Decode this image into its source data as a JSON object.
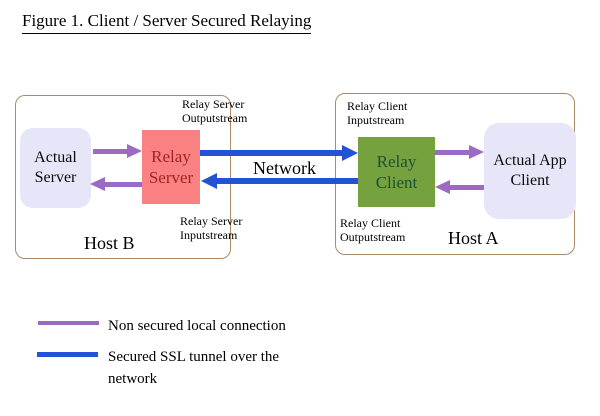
{
  "figure": {
    "title": "Figure 1. Client / Server Secured Relaying"
  },
  "diagram": {
    "network_label": "Network",
    "host_b": {
      "label": "Host B",
      "nodes": {
        "actual_server": {
          "line1": "Actual",
          "line2": "Server"
        },
        "relay_server": {
          "line1": "Relay",
          "line2": "Server"
        }
      },
      "stream_labels": {
        "output": {
          "line1": "Relay Server",
          "line2": "Outputstream"
        },
        "input": {
          "line1": "Relay Server",
          "line2": "Inputstream"
        }
      }
    },
    "host_a": {
      "label": "Host A",
      "nodes": {
        "relay_client": {
          "line1": "Relay",
          "line2": "Client"
        },
        "actual_app_client": {
          "line1": "Actual App",
          "line2": "Client"
        }
      },
      "stream_labels": {
        "input": {
          "line1": "Relay Client",
          "line2": "Inputstream"
        },
        "output": {
          "line1": "Relay Client",
          "line2": "Outputstream"
        }
      }
    }
  },
  "legend": {
    "items": [
      {
        "id": "non-secured",
        "color": "#9a6ac4",
        "label": "Non secured local connection"
      },
      {
        "id": "secured",
        "color": "#2351d8",
        "label": "Secured SSL tunnel over the network"
      }
    ]
  },
  "colors": {
    "purple_connection": "#9a6ac4",
    "blue_connection": "#2351d8",
    "relay_server_fill": "#f98181",
    "relay_server_text": "#9c2626",
    "relay_client_fill": "#75a23e",
    "relay_client_text": "#1d5038",
    "endpoint_fill": "#e7e5f8",
    "host_border": "#aa8a69"
  }
}
